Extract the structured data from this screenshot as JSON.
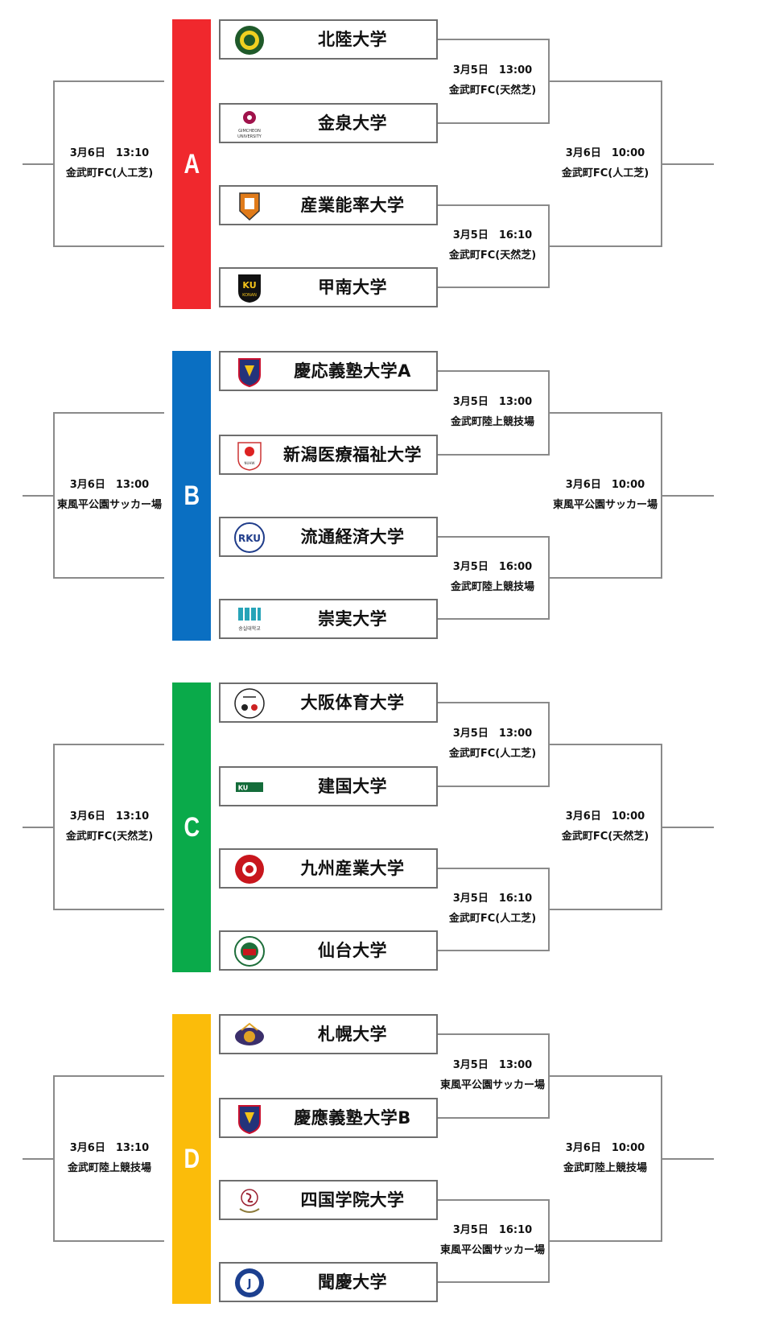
{
  "groups": [
    {
      "letter": "A",
      "color": "#f0282d",
      "teams": [
        {
          "name": "北陸大学",
          "logo": "hokuriku-crest"
        },
        {
          "name": "金泉大学",
          "logo": "gimcheon-university-logo",
          "logo_text": "GIMCHEON UNIVERSITY"
        },
        {
          "name": "産業能率大学",
          "logo": "sanno-crest"
        },
        {
          "name": "甲南大学",
          "logo": "konan-crest",
          "logo_text": "KONAN"
        }
      ],
      "match1": {
        "date": "3月5日　13:00",
        "venue": "金武町FC(天然芝)"
      },
      "match2": {
        "date": "3月5日　16:10",
        "venue": "金武町FC(天然芝)"
      },
      "left": {
        "date": "3月6日　13:10",
        "venue": "金武町FC(人工芝)"
      },
      "right": {
        "date": "3月6日　10:00",
        "venue": "金武町FC(人工芝)"
      }
    },
    {
      "letter": "B",
      "color": "#0a6fc2",
      "teams": [
        {
          "name": "慶応義塾大学A",
          "logo": "keio-crest"
        },
        {
          "name": "新潟医療福祉大学",
          "logo": "niigata-iryo-crest"
        },
        {
          "name": "流通経済大学",
          "logo": "rku-logo",
          "logo_text": "RKU"
        },
        {
          "name": "崇実大学",
          "logo": "soongsil-logo",
          "logo_text": "숭실대학교"
        }
      ],
      "match1": {
        "date": "3月5日　13:00",
        "venue": "金武町陸上競技場"
      },
      "match2": {
        "date": "3月5日　16:00",
        "venue": "金武町陸上競技場"
      },
      "left": {
        "date": "3月6日　13:00",
        "venue": "東風平公園サッカー場"
      },
      "right": {
        "date": "3月6日　10:00",
        "venue": "東風平公園サッカー場"
      }
    },
    {
      "letter": "C",
      "color": "#0aaa4a",
      "teams": [
        {
          "name": "大阪体育大学",
          "logo": "osaka-taiiku-crest"
        },
        {
          "name": "建国大学",
          "logo": "konkuk-logo",
          "logo_text": "KU"
        },
        {
          "name": "九州産業大学",
          "logo": "kyushu-sangyo-crest"
        },
        {
          "name": "仙台大学",
          "logo": "sendai-crest"
        }
      ],
      "match1": {
        "date": "3月5日　13:00",
        "venue": "金武町FC(人工芝)"
      },
      "match2": {
        "date": "3月5日　16:10",
        "venue": "金武町FC(人工芝)"
      },
      "left": {
        "date": "3月6日　13:10",
        "venue": "金武町FC(天然芝)"
      },
      "right": {
        "date": "3月6日　10:00",
        "venue": "金武町FC(天然芝)"
      }
    },
    {
      "letter": "D",
      "color": "#fbbc0a",
      "teams": [
        {
          "name": "札幌大学",
          "logo": "sapporo-crest"
        },
        {
          "name": "慶應義塾大学B",
          "logo": "keio-crest"
        },
        {
          "name": "四国学院大学",
          "logo": "shikoku-gakuin-crest"
        },
        {
          "name": "聞慶大学",
          "logo": "mungyeong-crest"
        }
      ],
      "match1": {
        "date": "3月5日　13:00",
        "venue": "東風平公園サッカー場"
      },
      "match2": {
        "date": "3月5日　16:10",
        "venue": "東風平公園サッカー場"
      },
      "left": {
        "date": "3月6日　13:10",
        "venue": "金武町陸上競技場"
      },
      "right": {
        "date": "3月6日　10:00",
        "venue": "金武町陸上競技場"
      }
    }
  ]
}
